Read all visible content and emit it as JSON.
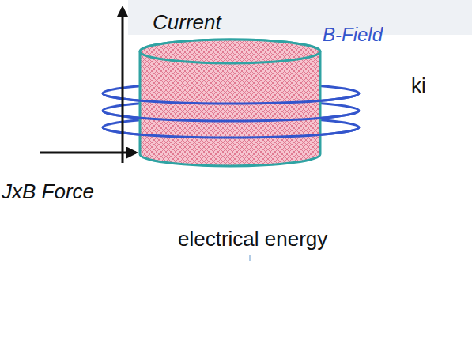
{
  "diagram": {
    "labels": [
      "Current",
      "B-Field",
      "ki",
      "JxB Force",
      "electrical energy"
    ]
  }
}
